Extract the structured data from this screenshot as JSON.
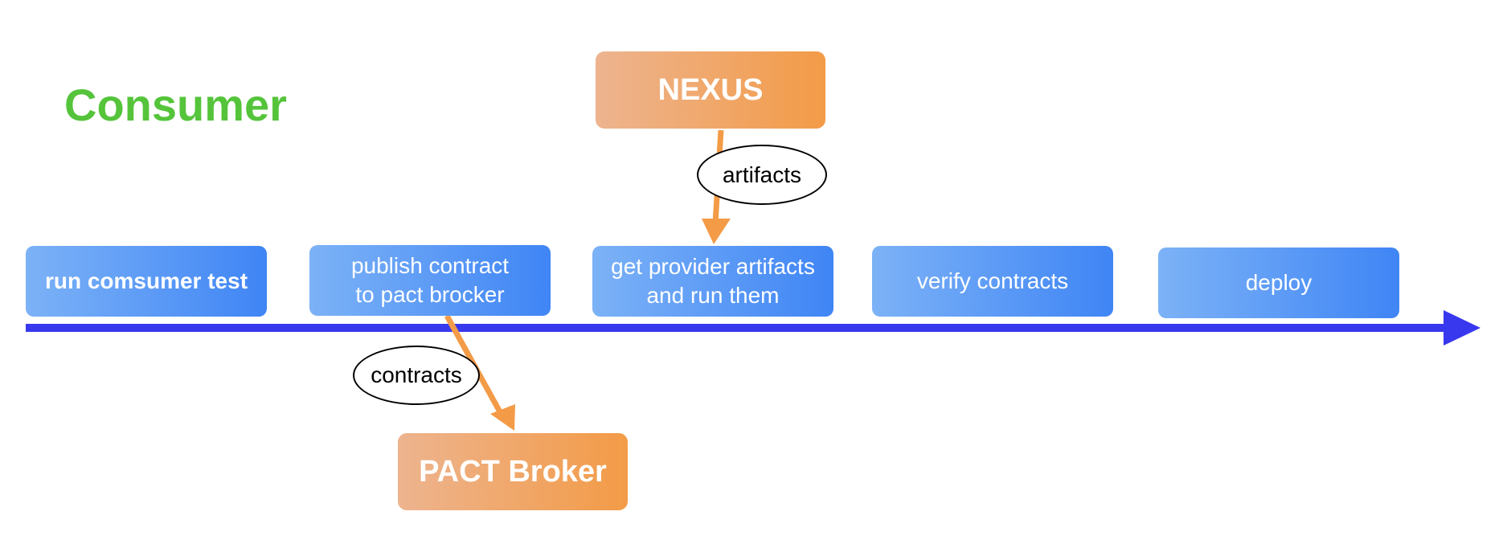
{
  "diagram": {
    "title": "Consumer",
    "steps": [
      {
        "label": "run comsumer test"
      },
      {
        "label": "publish contract\nto pact brocker"
      },
      {
        "label": "get provider artifacts\nand run them"
      },
      {
        "label": "verify contracts"
      },
      {
        "label": "deploy"
      }
    ],
    "nexus": {
      "label": "NEXUS"
    },
    "pact_broker": {
      "label": "PACT Broker"
    },
    "edges": {
      "artifacts": {
        "label": "artifacts"
      },
      "contracts": {
        "label": "contracts"
      }
    },
    "colors": {
      "title": "#55c43b",
      "timeline": "#3838ee",
      "edge": "#f39b47",
      "step_start": "#7cb2f6",
      "step_end": "#3f85f5",
      "store_start": "#edb48f",
      "store_end": "#f39b47"
    }
  }
}
